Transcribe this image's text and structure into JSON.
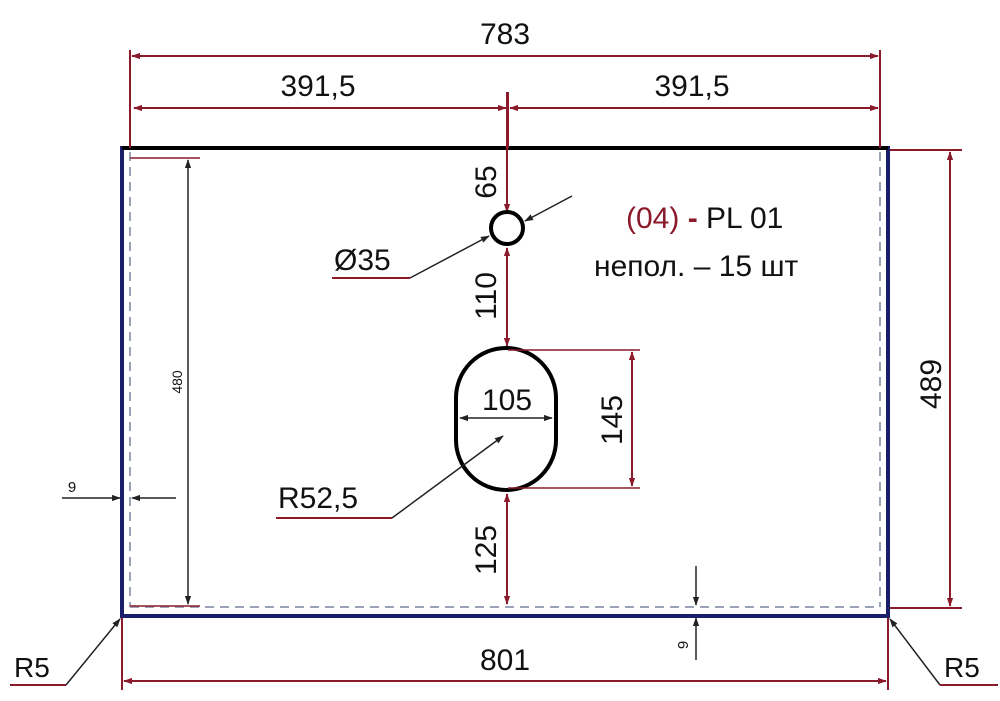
{
  "colors": {
    "outline": "#1a1f6b",
    "dimension_line": "#8b1a2b",
    "hole": "#000000",
    "dashed_edge": "#9aa3b8",
    "text": "#111111",
    "note_accent": "#8b1a2b"
  },
  "dimensions": {
    "top_overall": "783",
    "top_left_half": "391,5",
    "top_right_half": "391,5",
    "bottom_overall": "801",
    "right_height": "489",
    "inner_height": "480",
    "edge_left": "9",
    "edge_bottom": "9",
    "to_small_hole": "65",
    "between_holes": "110",
    "oval_height": "145",
    "oval_width": "105",
    "bottom_to_oval": "125"
  },
  "callouts": {
    "small_hole_diameter": "Ø35",
    "oval_radius": "R52,5",
    "corner_left": "R5",
    "corner_right": "R5"
  },
  "note": {
    "code_prefix": "(04)",
    "separator": "-",
    "code": "PL 01",
    "line2_word": "непол.",
    "line2_dash": "–",
    "line2_qty": "15 шт"
  }
}
